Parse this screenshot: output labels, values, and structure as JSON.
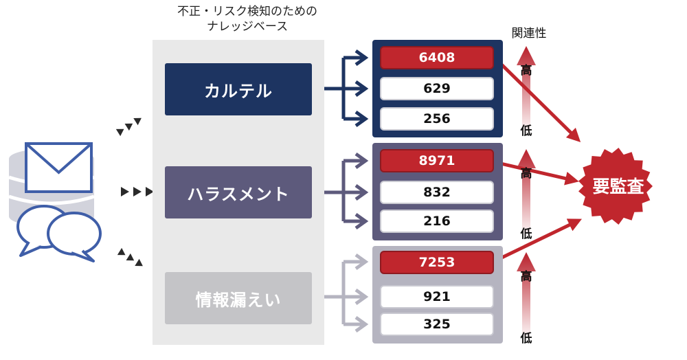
{
  "knowledge_base": {
    "title_line1": "不正・リスク検知のための",
    "title_line2": "ナレッジベース"
  },
  "categories": [
    {
      "label": "カルテル",
      "color": "#1d3461"
    },
    {
      "label": "ハラスメント",
      "color": "#5d5a7c"
    },
    {
      "label": "情報漏えい",
      "color": "#c4c4c7"
    }
  ],
  "scores": [
    {
      "values": [
        "6408",
        "629",
        "256"
      ]
    },
    {
      "values": [
        "8971",
        "832",
        "216"
      ]
    },
    {
      "values": [
        "7253",
        "921",
        "325"
      ]
    }
  ],
  "relevance": {
    "label": "関連性",
    "high": "高",
    "low": "低"
  },
  "result": {
    "label": "要監査",
    "color": "#c0262d"
  },
  "colors": {
    "accent_red": "#c0262d",
    "navy": "#1d3461",
    "purple_gray": "#5d5a7c",
    "light_gray": "#c4c4c7",
    "icon_blue": "#3f5ea8"
  },
  "icons": [
    "mail-icon",
    "database-icon",
    "chat-bubble-icon"
  ]
}
